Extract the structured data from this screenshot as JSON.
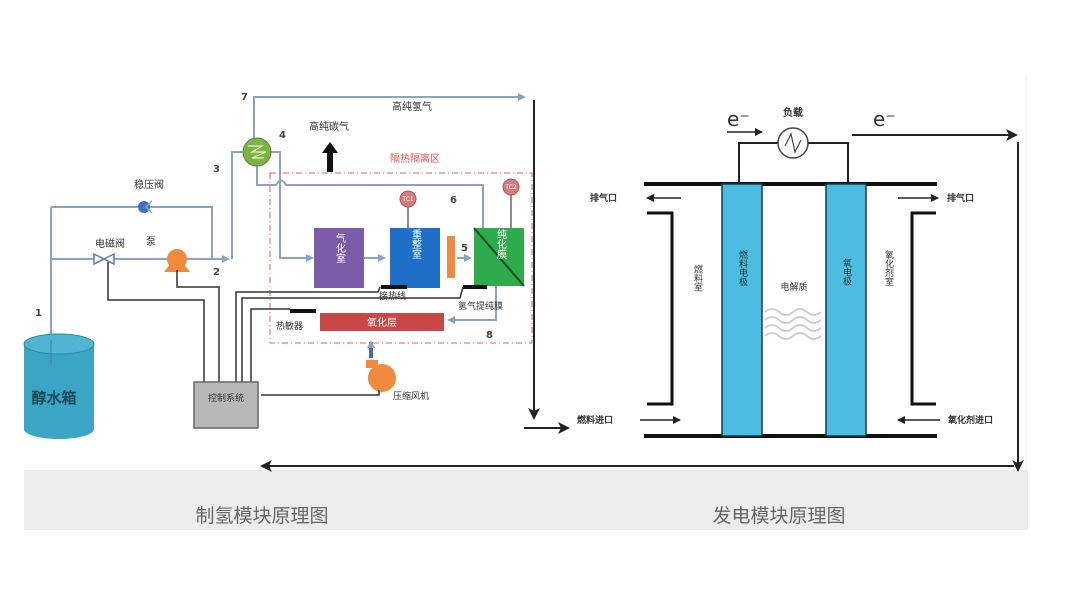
{
  "captions": {
    "left": "制氢模块原理图",
    "right": "发电模块原理图"
  },
  "colors": {
    "pipe_blue": "#8aa2c8",
    "control_wire": "#333333",
    "tank": "#3aa5c4",
    "heat_exchanger": "#7cb342",
    "pump": "#f08a3c",
    "check_valve": "#3f6fc0",
    "vaporizer": "#7b5ca8",
    "reformer": "#1f6fc8",
    "purifier": "#2eab4a",
    "oxidation_layer": "#c84848",
    "thermocouple": "#d87a7a",
    "insulation_zone": "#e06060",
    "electrode": "#4bbde0",
    "caption_band": "#ececec"
  },
  "hydrogen_module": {
    "tank_label": "醇水箱",
    "relief_valve_label": "稳压阀",
    "solenoid_valve_label": "电磁阀",
    "pump_label": "泵",
    "insulation_zone_label": "隔热隔离区",
    "exhaust_label": "高纯碳气",
    "high_purity_h2_label": "高纯氢气",
    "vaporizer_label": "气化室",
    "reformer_label": "重整室",
    "purifier_label": "纯化膜",
    "heating_wire_label": "接热线",
    "h2_membrane_label": "氢气提纯膜",
    "thermistor_label": "热敏器",
    "oxidation_layer_label": "氧化层",
    "blower_label": "压缩风机",
    "controller_label": "控制系统",
    "thermocouple_1": "TC1",
    "thermocouple_2": "TC2",
    "node_labels": [
      "1",
      "2",
      "3",
      "4",
      "5",
      "6",
      "7",
      "8"
    ]
  },
  "power_module": {
    "load_label": "负载",
    "electron_left": "e⁻",
    "electron_right": "e⁻",
    "exhaust_left": "排气口",
    "exhaust_right": "排气口",
    "fuel_chamber": "燃料室",
    "fuel_electrode": "燃料电极",
    "electrolyte": "电解质",
    "oxygen_electrode": "氧电极",
    "oxidant_chamber": "氧化剂室",
    "fuel_inlet": "燃料进口",
    "oxidant_inlet": "氧化剂进口"
  }
}
